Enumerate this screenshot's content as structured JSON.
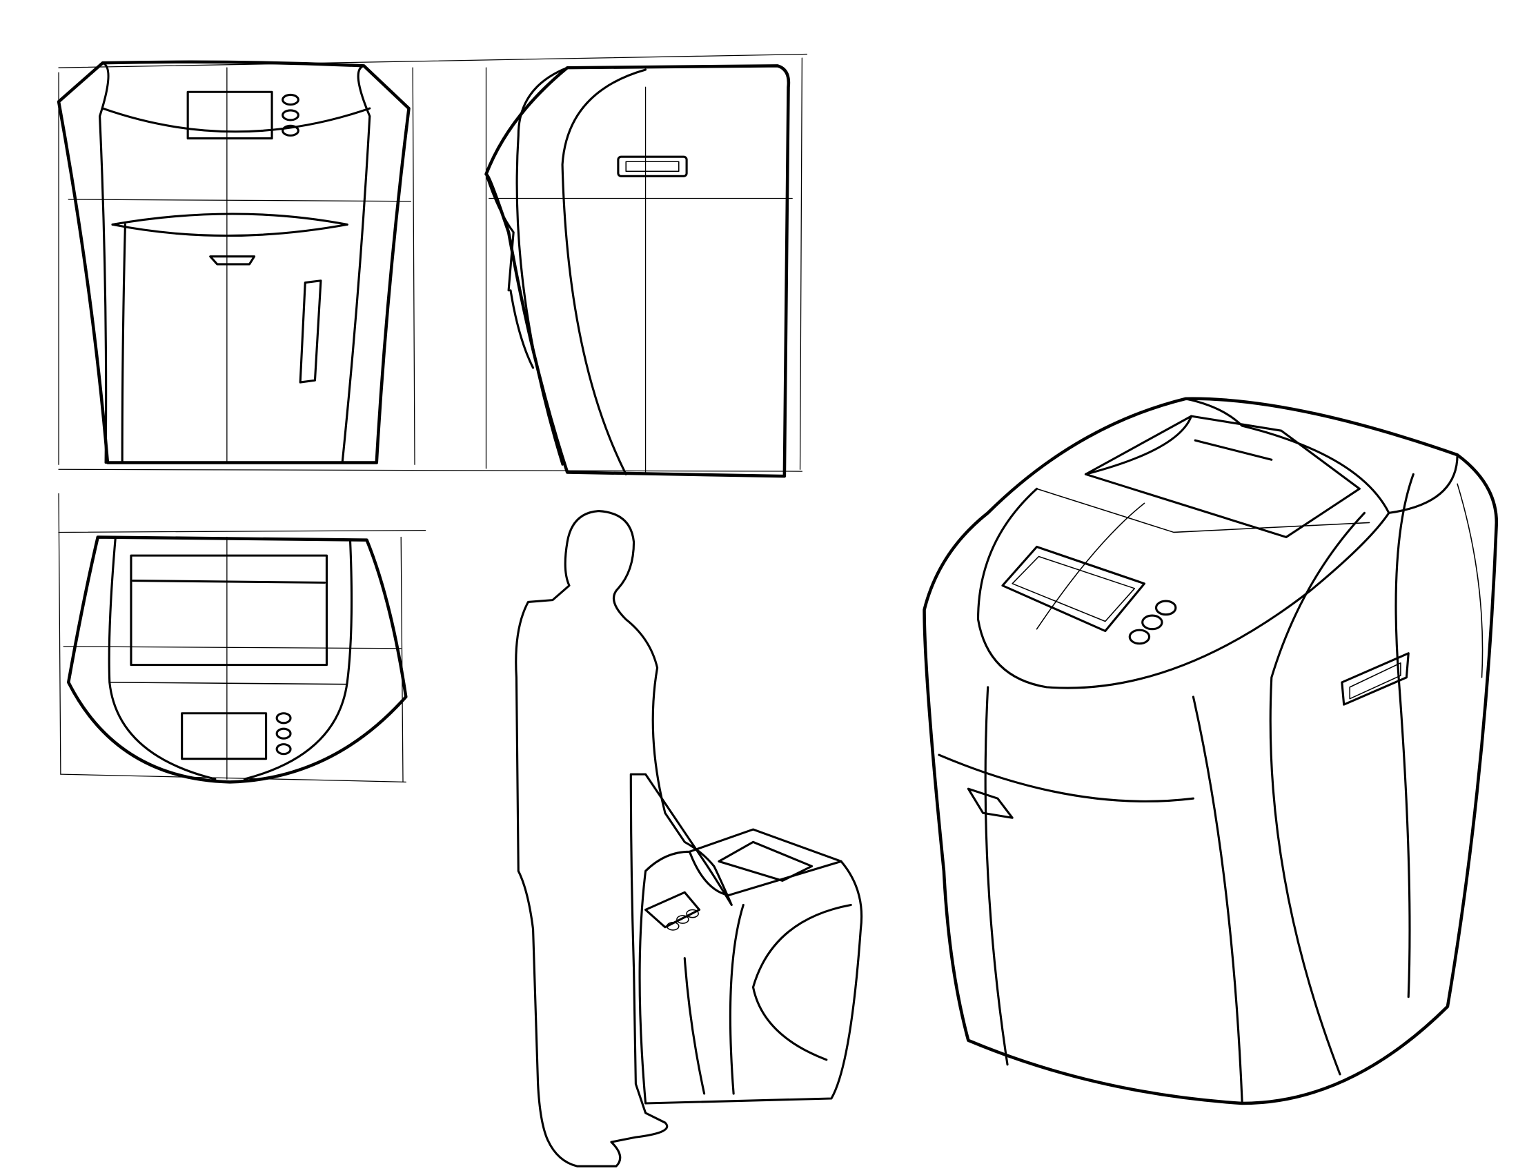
{
  "drawing": {
    "views": [
      "front-view",
      "side-view",
      "top-view",
      "scale-figure",
      "perspective-view"
    ],
    "colors": {
      "ink": "#000000",
      "paper": "#ffffff"
    }
  }
}
